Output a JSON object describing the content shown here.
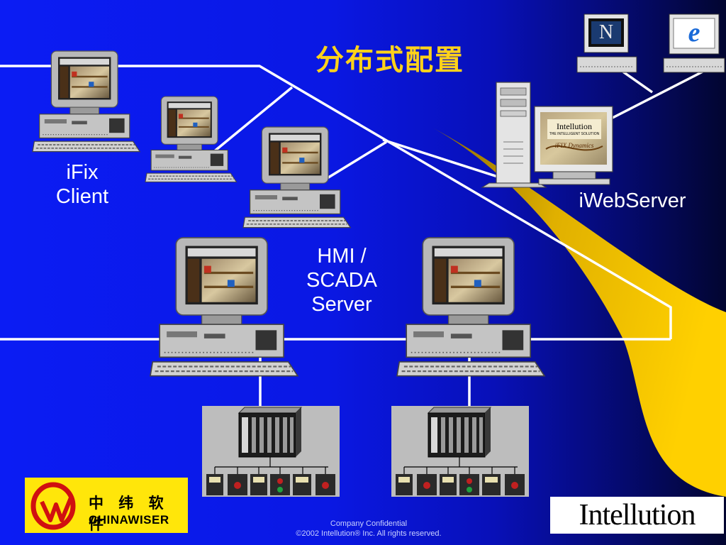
{
  "title": "分布式配置",
  "nodes": {
    "ifix_client": "iFix\nClient",
    "hmi_scada_server": "HMI /\nSCADA\nServer",
    "iwebserver": "iWebServer"
  },
  "web_server_screen": {
    "brand": "Intellution",
    "tagline": "THE INTELLIGENT SOLUTION",
    "product": "iFIX Dynamics"
  },
  "browsers": [
    {
      "name": "netscape-navigator",
      "glyph": "N"
    },
    {
      "name": "internet-explorer",
      "glyph": "e"
    }
  ],
  "footer": {
    "line1": "Company Confidential",
    "line2": "©2002 Intellution® Inc. All rights reserved."
  },
  "logos": {
    "chinawiser_cn": "中 纬 软 件",
    "chinawiser_en": "CHINAWISER",
    "intellution": "Intellution"
  },
  "colors": {
    "background": "#0b1cf4",
    "title": "#ffd21a",
    "swoosh": "#f5c400",
    "line": "#ffffff",
    "chinawiser_bg": "#ffe60a"
  }
}
